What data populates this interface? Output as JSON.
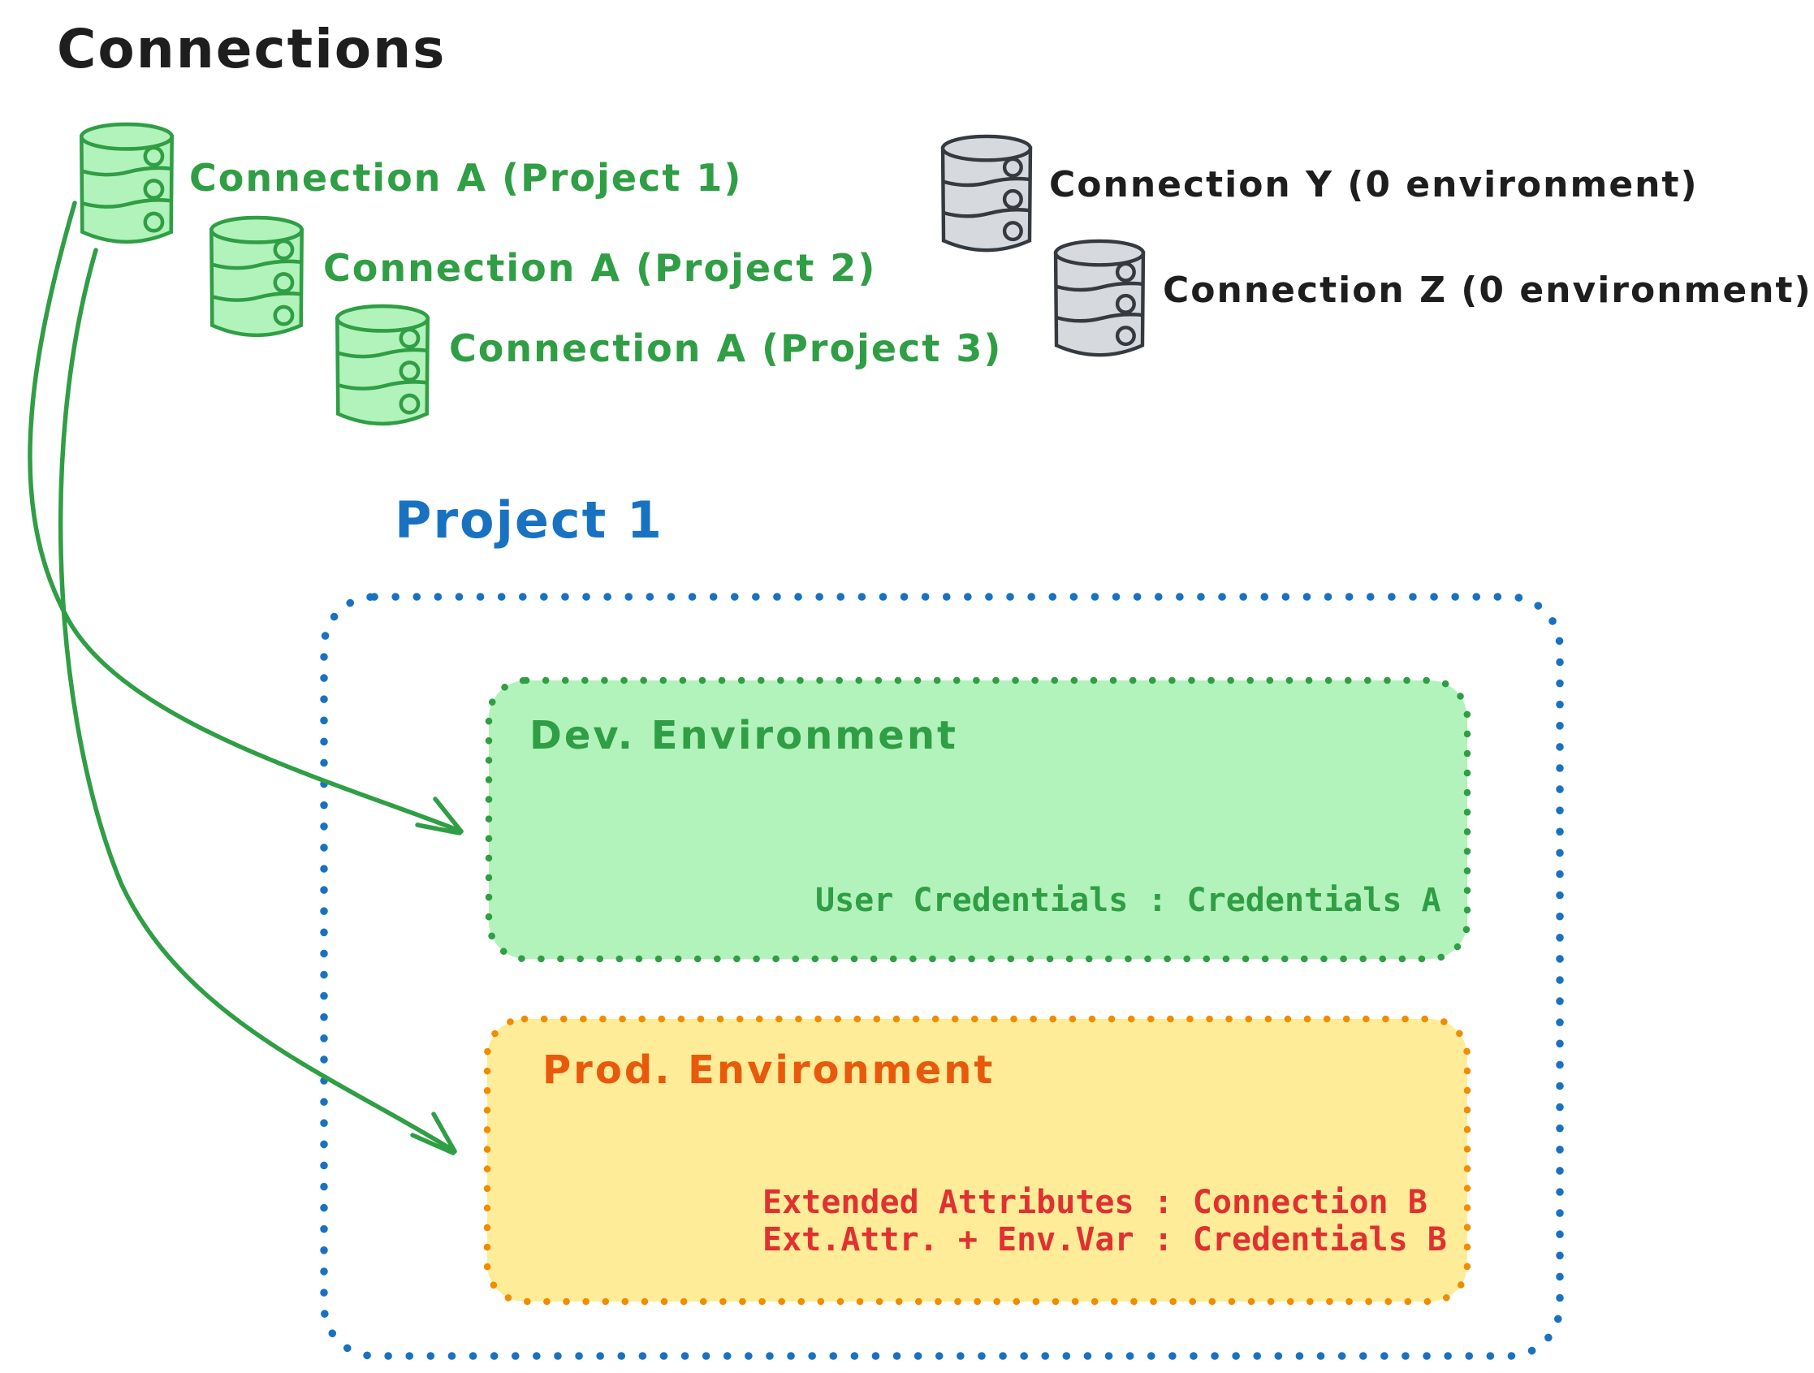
{
  "header": {
    "title": "Connections"
  },
  "palette": {
    "ink": "#1e1e1e",
    "green_stroke": "#2f9e44",
    "green_fill": "#b2f2bb",
    "blue": "#1971c2",
    "orange_border": "#f08c00",
    "orange_text": "#e8590c",
    "yellow_fill": "#ffec99",
    "red_text": "#e03131",
    "gray_fill": "#d6dade",
    "gray_stroke": "#343a40"
  },
  "green_connections": [
    {
      "icon": "database-icon",
      "label": "Connection A (Project 1)"
    },
    {
      "icon": "database-icon",
      "label": "Connection A (Project 2)"
    },
    {
      "icon": "database-icon",
      "label": "Connection A (Project 3)"
    }
  ],
  "gray_connections": [
    {
      "icon": "database-icon",
      "label": "Connection Y (0 environment)"
    },
    {
      "icon": "database-icon",
      "label": "Connection Z (0 environment)"
    }
  ],
  "project": {
    "title": "Project 1",
    "dev_environment": {
      "title": "Dev. Environment",
      "mapping": "User Credentials : Credentials A"
    },
    "prod_environment": {
      "title": "Prod. Environment",
      "mapping_line1": "Extended Attributes : Connection B",
      "mapping_line2": "Ext.Attr. + Env.Var : Credentials B"
    }
  }
}
